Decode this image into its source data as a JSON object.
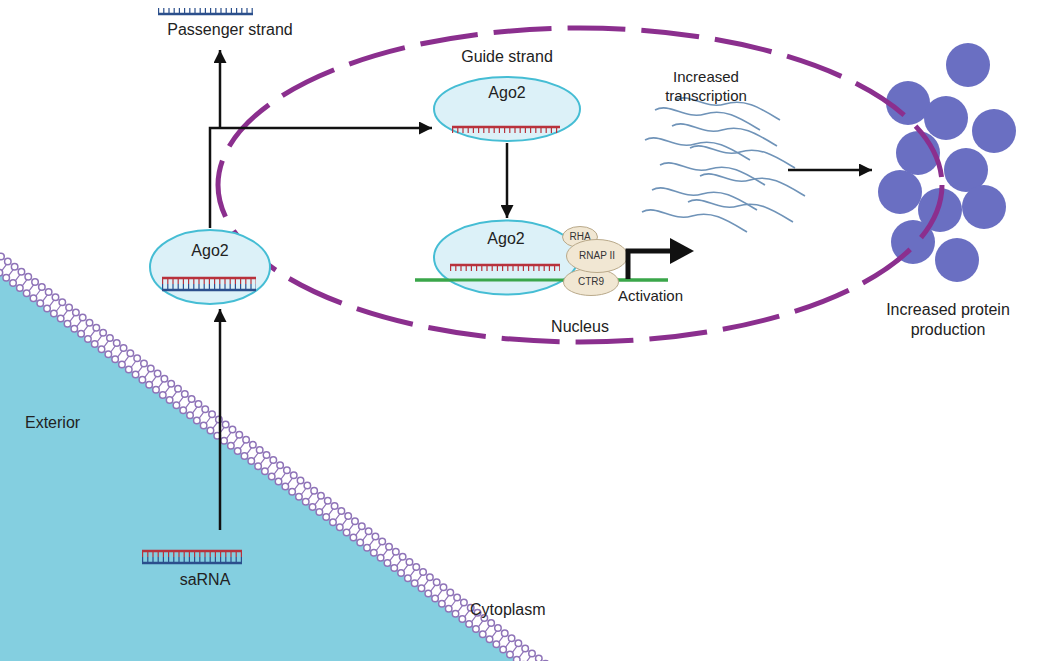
{
  "diagram": {
    "nodes": [
      {
        "text": [
          "Nucleus"
        ]
      },
      {
        "text": [
          "Guide strand",
          "Ago2"
        ],
        "in": 0
      },
      {
        "text": [
          "Ago2"
        ],
        "in": 0
      },
      {
        "text": [
          "RHA"
        ],
        "in": 0
      },
      {
        "text": [
          "RNAP II"
        ],
        "in": 0
      },
      {
        "text": [
          "CTR9"
        ],
        "in": 0
      },
      {
        "text": [
          "Ago2"
        ]
      }
    ],
    "edges": [
      {
        "from": 6,
        "to": 1,
        "arrow": "to"
      },
      {
        "from": 1,
        "to": 2,
        "arrow": "to"
      }
    ],
    "labels": [
      "Passenger strand",
      "Increased transcription",
      "Activation",
      "Increased protein production",
      "Exterior",
      "saRNA",
      "Cytoplasm"
    ]
  }
}
